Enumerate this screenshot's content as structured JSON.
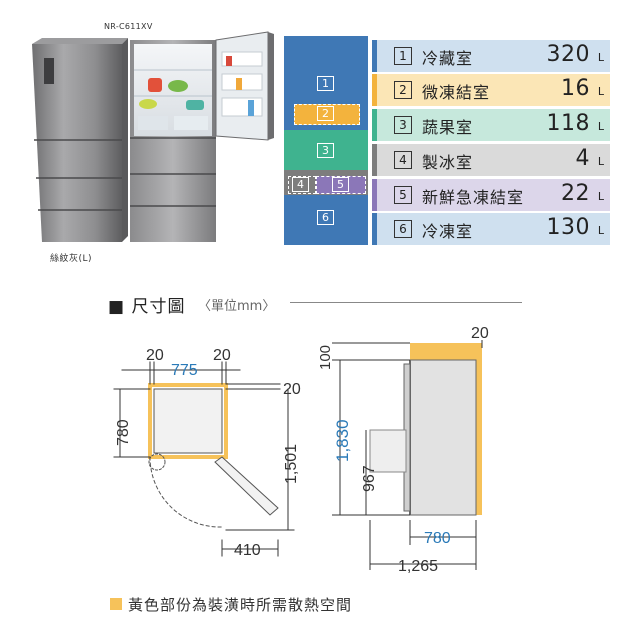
{
  "product": {
    "model": "NR-C611XV",
    "color_note": "絲紋灰(L)"
  },
  "compartment_map": [
    {
      "label": "1",
      "color": "#3f78b5"
    },
    {
      "label": "2",
      "color": "#f3b33d"
    },
    {
      "label": "3",
      "color": "#3fb38f"
    },
    {
      "label": "4",
      "color": "#7d7d7d"
    },
    {
      "label": "5",
      "color": "#8b77b8"
    },
    {
      "label": "6",
      "color": "#3f78b5"
    }
  ],
  "compartments": [
    {
      "num": "1",
      "name": "冷藏室",
      "value": "320",
      "unit": "L",
      "accent": "#3f78b5",
      "bg": "#cfe0ef"
    },
    {
      "num": "2",
      "name": "微凍結室",
      "value": "16",
      "unit": "L",
      "accent": "#f3b33d",
      "bg": "#fbe6b6"
    },
    {
      "num": "3",
      "name": "蔬果室",
      "value": "118",
      "unit": "L",
      "accent": "#3fb38f",
      "bg": "#c6e8dc"
    },
    {
      "num": "4",
      "name": "製冰室",
      "value": "4",
      "unit": "L",
      "accent": "#7d7d7d",
      "bg": "#dadada"
    },
    {
      "num": "5",
      "name": "新鮮急凍結室",
      "value": "22",
      "unit": "L",
      "accent": "#8b77b8",
      "bg": "#dcd6ea"
    },
    {
      "num": "6",
      "name": "冷凍室",
      "value": "130",
      "unit": "L",
      "accent": "#3f78b5",
      "bg": "#cfe0ef"
    }
  ],
  "section": {
    "title": "■ 尺寸圖",
    "subtitle": "〈單位mm〉"
  },
  "dimensions": {
    "top_clear_left": "20",
    "width": "775",
    "top_clear_right": "20",
    "side_clear": "20",
    "depth": "780",
    "open_depth": "1,501",
    "door_swing": "410",
    "top_clear": "100",
    "back_clear": "20",
    "height": "1,830",
    "lower_height": "967",
    "depth_side": "780",
    "open_depth_side": "1,265"
  },
  "legend": {
    "text": "黃色部份為裝潢時所需散熱空間",
    "color": "#f6c25a"
  },
  "colors": {
    "dim_blue": "#2a7ab8",
    "clearance": "#f6c25a"
  }
}
